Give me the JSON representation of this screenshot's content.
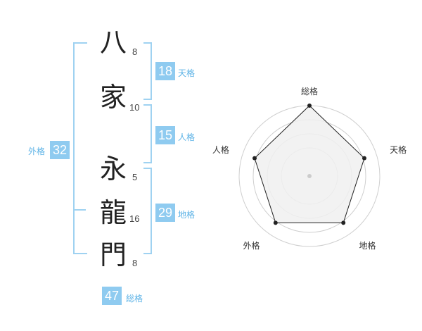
{
  "name_chars": [
    {
      "char": "八",
      "strokes": "8"
    },
    {
      "char": "家",
      "strokes": "10"
    },
    {
      "char": "永",
      "strokes": "5"
    },
    {
      "char": "龍",
      "strokes": "16"
    },
    {
      "char": "門",
      "strokes": "8"
    }
  ],
  "fortunes": {
    "tenkaku": {
      "value": "18",
      "label": "天格"
    },
    "jinkaku": {
      "value": "15",
      "label": "人格"
    },
    "chikaku": {
      "value": "29",
      "label": "地格"
    },
    "gaikaku": {
      "value": "32",
      "label": "外格"
    },
    "soukaku": {
      "value": "47",
      "label": "総格"
    }
  },
  "radar": {
    "labels": {
      "top": "総格",
      "right": "天格",
      "bottom_right": "地格",
      "bottom_left": "外格",
      "left": "人格"
    },
    "levels": {
      "soukaku": 1.0,
      "tenkaku": 0.82,
      "chikaku": 0.82,
      "gaikaku": 0.82,
      "jinkaku": 0.82
    },
    "colors": {
      "fill": "#f0f0f0",
      "line": "#222222",
      "grid": "#cfcfcf",
      "point": "#222222"
    }
  }
}
